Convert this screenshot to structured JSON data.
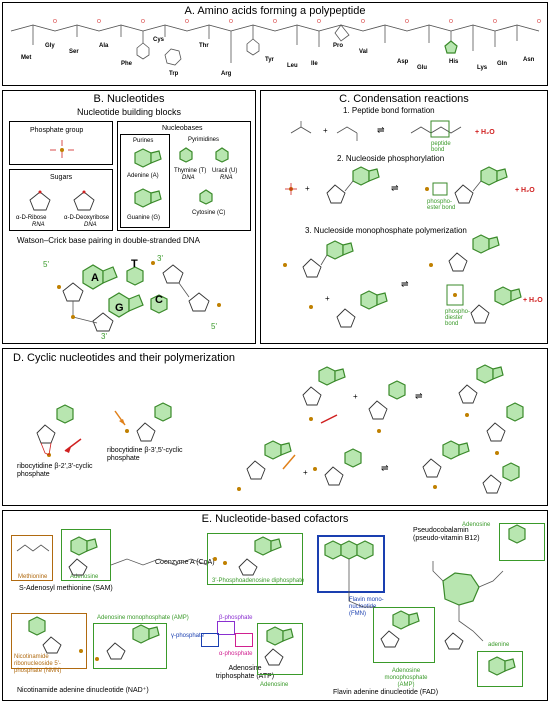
{
  "panelA": {
    "title": "A. Amino acids forming a polypeptide",
    "residues": [
      "Met",
      "Gly",
      "Ser",
      "Ala",
      "Phe",
      "Cys",
      "Trp",
      "Thr",
      "Arg",
      "Tyr",
      "Leu",
      "Ile",
      "Pro",
      "Val",
      "Asp",
      "Glu",
      "His",
      "Lys",
      "Gln",
      "Asn"
    ]
  },
  "panelB": {
    "title": "B. Nucleotides",
    "subtitle": "Nucleotide building blocks",
    "phosphate": "Phosphate group",
    "sugars_title": "Sugars",
    "sugar1": "α-D-Ribose",
    "sugar1_sub": "RNA",
    "sugar2": "α-D-Deoxyribose",
    "sugar2_sub": "DNA",
    "nucleobases": "Nucleobases",
    "purines": "Purines",
    "pyrimidines": "Pyrimidines",
    "adenine": "Adenine (A)",
    "guanine": "Guanine (G)",
    "thymine": "Thymine (T)",
    "thymine_sub": "DNA",
    "uracil": "Uracil (U)",
    "uracil_sub": "RNA",
    "cytosine": "Cytosine (C)",
    "pairing_title": "Watson–Crick base pairing in double-stranded DNA",
    "five1": "5'",
    "three1": "3'",
    "five2": "5'",
    "three2": "3'",
    "A": "A",
    "T": "T",
    "G": "G",
    "C": "C"
  },
  "panelC": {
    "title": "C. Condensation reactions",
    "step1": "1. Peptide bond formation",
    "peptide_bond": "peptide bond",
    "step2": "2. Nucleoside phosphorylation",
    "phosphoester": "phospho-ester bond",
    "step3": "3. Nucleoside monophosphate polymerization",
    "phosphodiester": "phospho-diester bond",
    "water": "+ H₂O"
  },
  "panelD": {
    "title": "D. Cyclic nucleotides and their polymerization",
    "cyc1": "ribocytidine β-2',3'-cyclic phosphate",
    "cyc2": "ribocytidine β-3',5'-cyclic phosphate"
  },
  "panelE": {
    "title": "E. Nucleotide-based cofactors",
    "methionine": "Methionine",
    "adenosine": "Adenosine",
    "sam": "S-Adenosyl methionine (SAM)",
    "coa": "Coenzyme A (CoA)",
    "pap": "3'-Phosphoadenosine diphosphate",
    "fmn": "Flavin mono-nucleotide (FMN)",
    "amp": "Adenosine monophosphate (AMP)",
    "fad": "Flavin adenine dinucleotide (FAD)",
    "b12": "Pseudocobalamin (pseudo-vitamin B12)",
    "adenosine2": "Adenosine",
    "adenine": "adenine",
    "nmn": "Nicotinamide ribonucleoside 5'-phosphate (NMN)",
    "amp2": "Adenosine monophosphate (AMP)",
    "nad": "Nicotinamide adenine dinucleotide (NAD⁺)",
    "beta": "β-phosphate",
    "gamma": "γ-phosphate",
    "alpha": "α-phosphate",
    "atp": "Adenosine triphosphate (ATP)",
    "adenosine3": "Adenosine"
  },
  "colors": {
    "ring_fill": "#b8e6b0",
    "ring_stroke": "#3a8a2a",
    "oxygen": "#d02020",
    "fmn_box": "#1a3fb0",
    "nmn_box": "#b06a10",
    "atp_box": "#8a2fd0"
  }
}
